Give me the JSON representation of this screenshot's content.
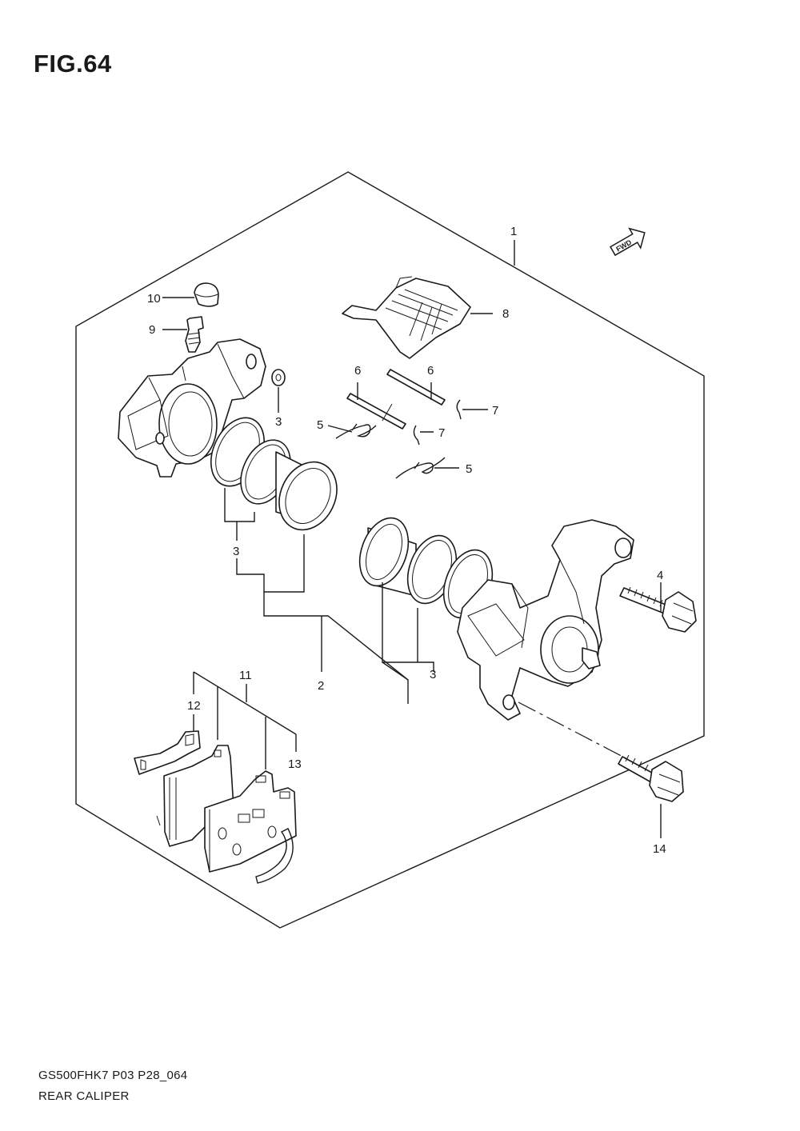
{
  "figure": {
    "title": "FIG.64"
  },
  "footer": {
    "code": "GS500FHK7 P03 P28_064",
    "name": "REAR CALIPER"
  },
  "fwd_label": "FWD",
  "callouts": [
    {
      "id": "c1",
      "num": "1"
    },
    {
      "id": "c2",
      "num": "2"
    },
    {
      "id": "c3a",
      "num": "3"
    },
    {
      "id": "c3b",
      "num": "3"
    },
    {
      "id": "c3c",
      "num": "3"
    },
    {
      "id": "c4",
      "num": "4"
    },
    {
      "id": "c5a",
      "num": "5"
    },
    {
      "id": "c5b",
      "num": "5"
    },
    {
      "id": "c6a",
      "num": "6"
    },
    {
      "id": "c6b",
      "num": "6"
    },
    {
      "id": "c7a",
      "num": "7"
    },
    {
      "id": "c7b",
      "num": "7"
    },
    {
      "id": "c8",
      "num": "8"
    },
    {
      "id": "c9",
      "num": "9"
    },
    {
      "id": "c10",
      "num": "10"
    },
    {
      "id": "c11",
      "num": "11"
    },
    {
      "id": "c12",
      "num": "12"
    },
    {
      "id": "c13",
      "num": "13"
    },
    {
      "id": "c14",
      "num": "14"
    }
  ]
}
